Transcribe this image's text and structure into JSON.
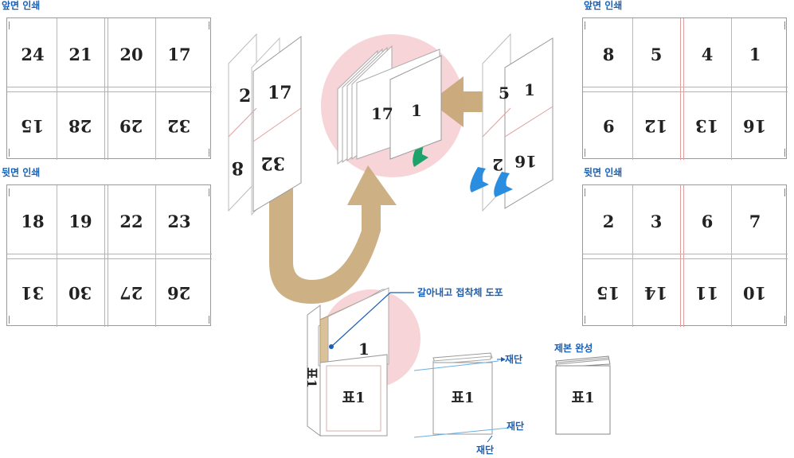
{
  "labels": {
    "front_print": "앞면 인쇄",
    "back_print": "뒷면 인쇄",
    "glue_note": "갈아내고 접착체 도포",
    "trim": "재단",
    "binding_done": "제본 완성",
    "cover": "표1"
  },
  "sheets": {
    "left_front": {
      "top": [
        "24",
        "21",
        "20",
        "17"
      ],
      "bottom": [
        "15",
        "28",
        "29",
        "32"
      ]
    },
    "left_back": {
      "top": [
        "18",
        "19",
        "22",
        "23"
      ],
      "bottom": [
        "31",
        "30",
        "27",
        "26"
      ]
    },
    "right_front": {
      "top": [
        "8",
        "5",
        "4",
        "1"
      ],
      "bottom": [
        "9",
        "12",
        "13",
        "16"
      ]
    },
    "right_back": {
      "top": [
        "2",
        "3",
        "6",
        "7"
      ],
      "bottom": [
        "15",
        "14",
        "11",
        "10"
      ]
    }
  },
  "folded": {
    "left_top_back": "2",
    "left_top_front": "17",
    "left_bottom_back": "8",
    "left_bottom_front": "32",
    "right_top_back": "5",
    "right_top_front": "1",
    "right_bottom_back": "2",
    "right_bottom_front": "16",
    "stack_left": "17",
    "stack_right": "1",
    "book_inner": "1",
    "book_spine": "표1"
  },
  "colors": {
    "label_blue": "#1a5fb4",
    "arrow_tan": "#c8a878",
    "circle_pink": "#f6cdd0",
    "accent_blue": "#2a8de0",
    "accent_green": "#1aa36a"
  }
}
